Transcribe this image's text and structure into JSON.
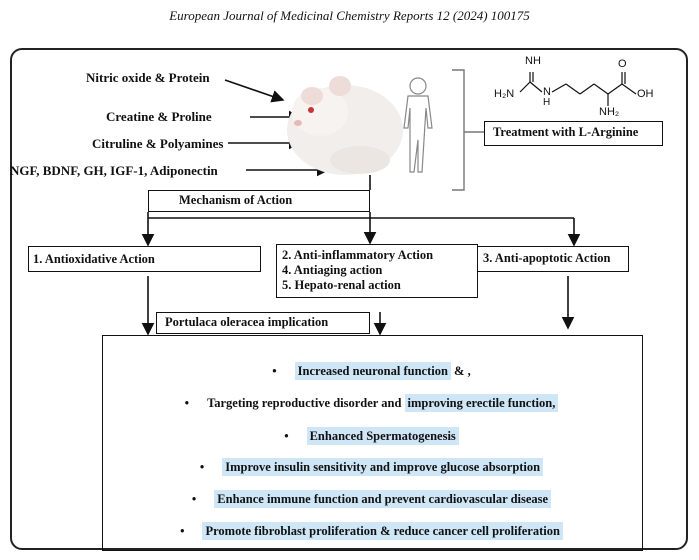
{
  "header": {
    "journal": "European Journal of Medicinal Chemistry Reports 12 (2024) 100175"
  },
  "inputs": [
    "Nitric oxide & Protein",
    "Creatine & Proline",
    "Citruline & Polyamines",
    "NGF, BDNF,  GH, IGF-1, Adiponectin"
  ],
  "molecule": {
    "nh": "NH",
    "h2n": "H₂N",
    "n_h": "N",
    "h_below": "H",
    "o": "O",
    "oh": "OH",
    "nh2": "NH₂"
  },
  "treatment": "Treatment with L-Arginine",
  "mechanism": "Mechanism of Action",
  "actions": {
    "antioxidative": "1. Antioxidative Action",
    "inflammatory": [
      "2. Anti-inflammatory Action",
      "4. Antiaging action",
      "5. Hepato-renal action"
    ],
    "apoptotic": "3. Anti-apoptotic Action"
  },
  "portulaca": "Portulaca oleracea implication",
  "outcomes": [
    {
      "bullet": "•",
      "plain_before": "",
      "highlight": "Increased neuronal function",
      "plain_after": " & ,"
    },
    {
      "bullet": "•",
      "plain_before": "Targeting reproductive disorder and ",
      "highlight": "improving erectile function,",
      "plain_after": ""
    },
    {
      "bullet": "•",
      "plain_before": "",
      "highlight": "Enhanced Spermatogenesis",
      "plain_after": ""
    },
    {
      "bullet": "•",
      "plain_before": "",
      "highlight": "Improve insulin sensitivity and improve glucose absorption",
      "plain_after": ""
    },
    {
      "bullet": "•",
      "plain_before": "",
      "highlight": "Enhance immune function and prevent  cardiovascular disease",
      "plain_after": ""
    },
    {
      "bullet": "•",
      "plain_before": "",
      "highlight": "Promote fibroblast proliferation & reduce cancer cell  proliferation",
      "plain_after": ""
    }
  ],
  "colors": {
    "highlight": "#cfe6f7",
    "line": "#111111"
  },
  "icons": [
    "rat-image",
    "human-silhouette-icon",
    "l-arginine-structure"
  ]
}
